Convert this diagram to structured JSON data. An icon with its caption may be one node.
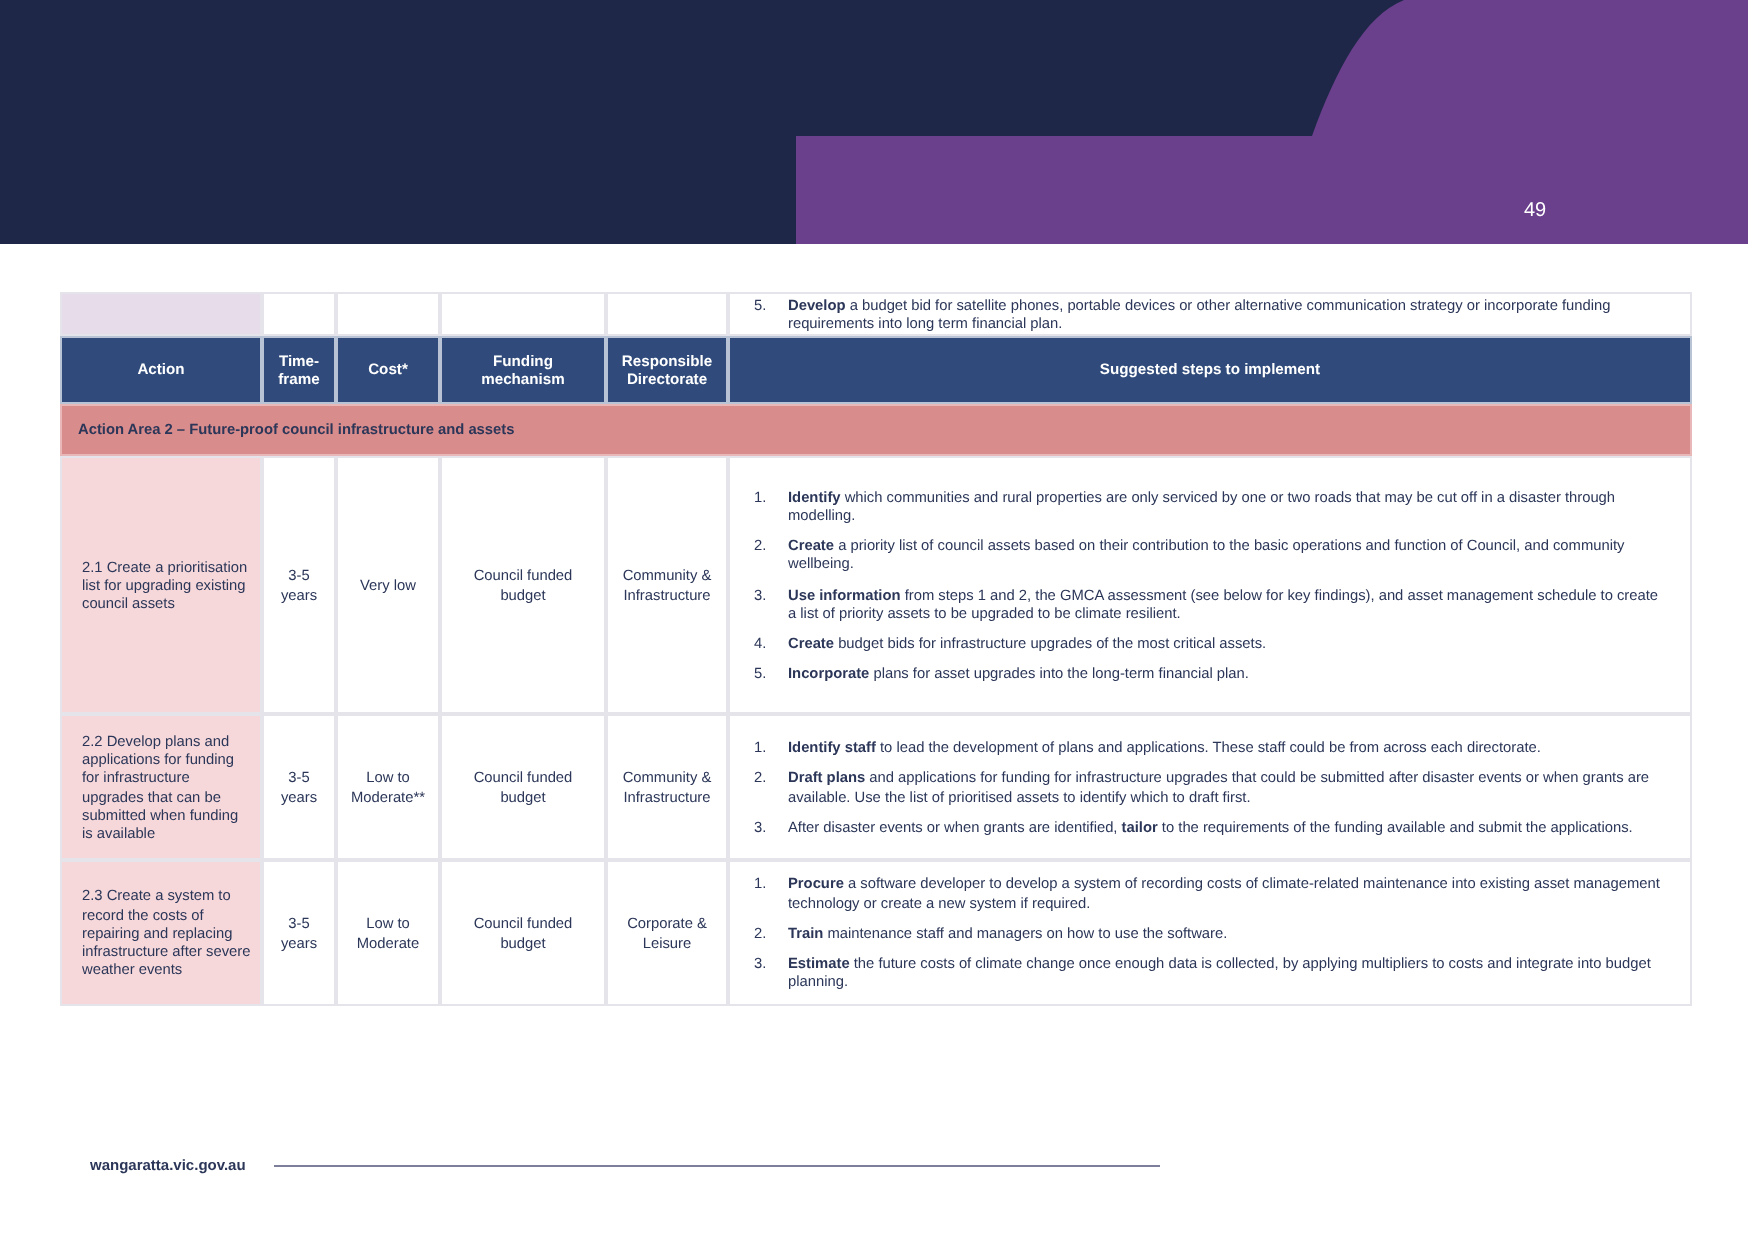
{
  "diagram": {
    "labels": [
      "49",
      "5.",
      "**Develop** a budget bid for satellite phones, portable devices or other alternative communication strategy or incorporate funding requirements into long term financial plan.",
      "Action",
      "Time-frame",
      "Cost*",
      "Funding mechanism",
      "Responsible Directorate",
      "Suggested steps to implement",
      "Action Area 2 – Future-proof council infrastructure and assets",
      "2.1 Create a prioritisation list for upgrading existing council assets",
      "3-5 years",
      "Very low",
      "Council funded budget",
      "Community & Infrastructure",
      "1.",
      "**Identify** which communities and rural properties are only serviced by one or two roads that may be cut off in a disaster through modelling.",
      "2.",
      "**Create** a priority list of council assets based on their contribution to the basic operations and function of Council, and community wellbeing.",
      "3.",
      "**Use information** from steps 1 and 2, the GMCA assessment (see below for key findings), and asset management schedule to create a list of priority assets to be upgraded to be climate resilient.",
      "4.",
      "**Create** budget bids for infrastructure upgrades of the most critical assets.",
      "5.",
      "**Incorporate** plans for asset upgrades into the long-term financial plan.",
      "2.2 Develop plans and applications for funding for infrastructure upgrades that can be submitted when funding is available",
      "3-5 years",
      "Low to Moderate**",
      "Council funded budget",
      "Community & Infrastructure",
      "1.",
      "**Identify staff** to lead the development of plans and applications. These staff could be from across each directorate.",
      "2.",
      "**Draft plans** and applications for funding for infrastructure upgrades that could be submitted after disaster events or when grants are available. Use the list of prioritised assets to identify which to draft first.",
      "3.",
      "After disaster events or when grants are identified, **tailor** to the requirements of the funding available and submit the applications.",
      "2.3 Create a system to record the costs of repairing and replacing infrastructure after severe weather events",
      "3-5 years",
      "Low to Moderate",
      "Council funded budget",
      "Corporate & Leisure",
      "1.",
      "**Procure** a software developer to develop a system of recording costs of climate-related maintenance into existing asset management technology or create a new system if required.",
      "2.",
      "**Train** maintenance staff and managers on how to use the software.",
      "3.",
      "**Estimate** the future costs of climate change once enough data is collected, by applying multipliers to costs and integrate into budget planning.",
      "wangaratta.vic.gov.au"
    ]
  }
}
